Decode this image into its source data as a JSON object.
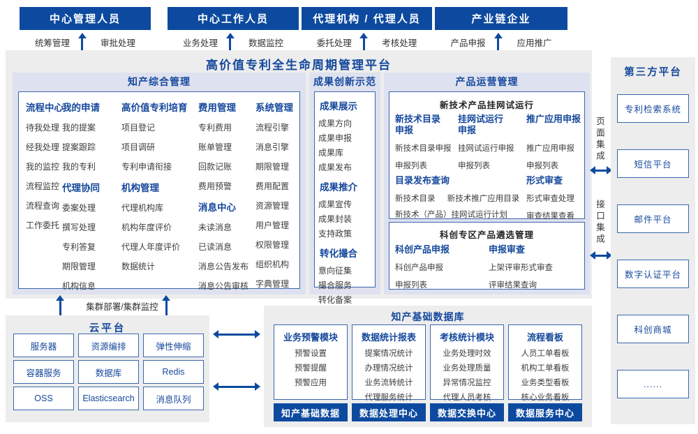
{
  "colors": {
    "primary_blue": "#0d4a9f",
    "navy_text": "#15489c",
    "box_border": "#3a66ab",
    "panel_header_bg": "#dee1ef",
    "area_bg": "#ededed",
    "item_text": "#3d3d3d"
  },
  "actors": [
    {
      "title": "中心管理人员",
      "left": "统筹管理",
      "right": "审批处理"
    },
    {
      "title": "中心工作人员",
      "left": "业务处理",
      "right": "数据监控"
    },
    {
      "title": "代理机构 / 代理人员",
      "left": "委托处理",
      "right": "考核处理"
    },
    {
      "title": "产业链企业",
      "left": "产品申报",
      "right": "应用推广"
    }
  ],
  "platform_title": "高价值专利全生命周期管理平台",
  "ip_panel": {
    "title": "知产综合管理",
    "col1": [
      {
        "h": "流程中心"
      },
      "待我处理",
      "经我处理",
      "我的监控",
      "流程监控",
      "流程查询",
      "工作委托"
    ],
    "col2": [
      {
        "h": "我的申请"
      },
      "我的提案",
      "提案跟踪",
      "我的专利",
      {
        "h": "代理协同"
      },
      "委案处理",
      "撰写处理",
      "专利答复",
      "期限管理",
      "机构信息"
    ],
    "col3": [
      {
        "h": "高价值专利培育"
      },
      "项目登记",
      "项目调研",
      "专利申请衔接",
      {
        "h": "机构管理"
      },
      "代理机构库",
      "机构年度评价",
      "代理人年度评价",
      "数据统计"
    ],
    "col4": [
      {
        "h": "费用管理"
      },
      "专利费用",
      "账单管理",
      "回款记账",
      "费用预警",
      {
        "h": "消息中心"
      },
      "未读消息",
      "已读消息",
      "消息公告发布",
      "消息公告审核"
    ],
    "col5": [
      {
        "h": "系统管理"
      },
      "流程引擎",
      "消息引擎",
      "期限管理",
      "费用配置",
      "资源管理",
      "用户管理",
      "权限管理",
      "组织机构",
      "字典管理"
    ]
  },
  "achievement_panel": {
    "title": "成果创新示范",
    "list": [
      {
        "h": "成果展示"
      },
      "成果方向",
      "成果申报",
      "成果库",
      "成果发布",
      {
        "h": "成果推介"
      },
      "成果宣传",
      "成果封装",
      "支持政策",
      {
        "h": "转化撮合"
      },
      "意向征集",
      "撮合服务",
      "转化备案"
    ]
  },
  "product_panel": {
    "title": "产品运营管理",
    "section1": {
      "title": "新技术产品挂网试运行",
      "g1": [
        {
          "h": "新技术目录申报"
        },
        "新技术目录申报",
        "申报列表"
      ],
      "g2": [
        {
          "h": "挂网试运行申报"
        },
        "挂网试运行申报",
        "申报列表"
      ],
      "g3_header": "推广应用申报",
      "g3_items": [
        "推广应用申报",
        "申报列表"
      ],
      "g4_header": "目录发布查询",
      "g4_line1a": "新技术目录",
      "g4_line1b": "新技术推广应用目录",
      "g4_line2": "新技术（产品）挂网试运行计划",
      "g5": [
        {
          "h": "形式审查"
        },
        "形式审查处理",
        "审查结果查看"
      ]
    },
    "section2": {
      "title": "科创专区产品遴选管理",
      "g1": [
        {
          "h": "科创产品申报"
        },
        "科创产品申报",
        "申报列表"
      ],
      "g2": [
        {
          "h": "申报审查"
        },
        "上架评审形式审查",
        "评审结果查询"
      ]
    }
  },
  "integration": {
    "page_label": "页面集成",
    "api_label": "接口集成"
  },
  "third_party": {
    "title": "第三方平台",
    "boxes": [
      "专利检索系统",
      "短信平台",
      "邮件平台",
      "数字认证平台",
      "科创商城",
      "......"
    ]
  },
  "cluster_label": "集群部署/集群监控",
  "cloud_panel": {
    "title": "云平台",
    "boxes": [
      "服务器",
      "资源编排",
      "弹性伸缩",
      "容器服务",
      "数据库",
      "Redis",
      "OSS",
      "Elasticsearch",
      "消息队列"
    ]
  },
  "db_panel": {
    "title": "知产基础数据库",
    "modules": [
      {
        "header": "业务预警模块",
        "items": [
          "预警设置",
          "预警提醒",
          "预警应用"
        ],
        "footer": "知产基础数据"
      },
      {
        "header": "数据统计报表",
        "items": [
          "提案情况统计",
          "办理情况统计",
          "业务流转统计",
          "代理服务统计"
        ],
        "footer": "数据处理中心"
      },
      {
        "header": "考核统计模块",
        "items": [
          "业务处理时效",
          "业务处理质量",
          "异常情况监控",
          "代理人员考核"
        ],
        "footer": "数据交换中心"
      },
      {
        "header": "流程看板",
        "items": [
          "人员工单看板",
          "机构工单看板",
          "业务类型看板",
          "核心业务看板"
        ],
        "footer": "数据服务中心"
      }
    ]
  }
}
